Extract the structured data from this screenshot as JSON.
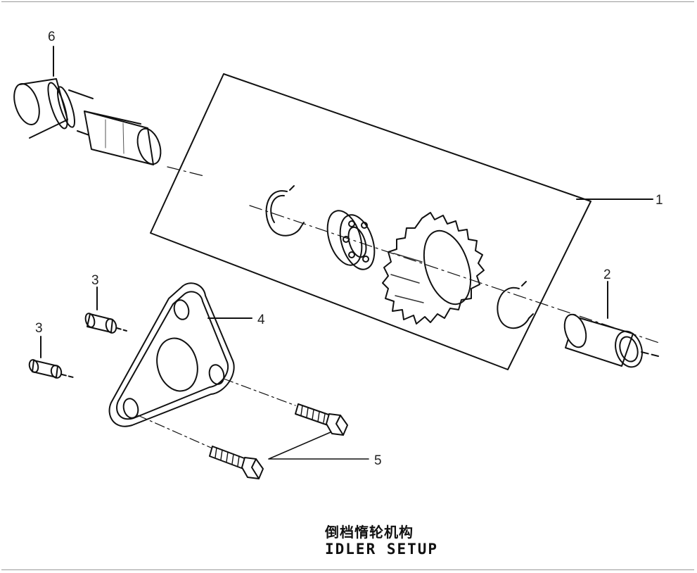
{
  "callouts": [
    {
      "id": "1",
      "label": "1"
    },
    {
      "id": "2",
      "label": "2"
    },
    {
      "id": "3a",
      "label": "3"
    },
    {
      "id": "3b",
      "label": "3"
    },
    {
      "id": "4",
      "label": "4"
    },
    {
      "id": "5",
      "label": "5"
    },
    {
      "id": "6",
      "label": "6"
    }
  ],
  "caption": {
    "chinese": "倒档惰轮机构",
    "english": "IDLER SETUP"
  }
}
